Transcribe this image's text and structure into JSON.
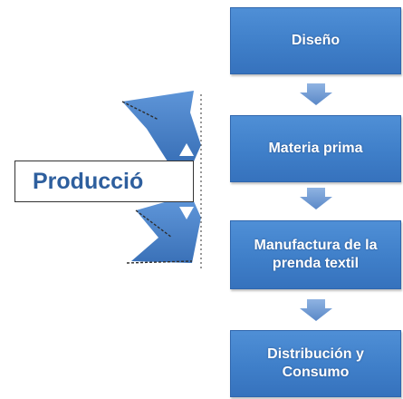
{
  "steps": [
    {
      "label": "Diseño"
    },
    {
      "label": "Materia prima"
    },
    {
      "label": "Manufactura de la prenda textil"
    },
    {
      "label": "Distribución y Consumo"
    }
  ],
  "production_label": "Producció",
  "colors": {
    "box_fill": "#3f7fc9",
    "box_border": "#2f66ad",
    "arrow_fill": "#5b8fd0",
    "text_on_box": "#ffffff",
    "production_text": "#2e5f9e"
  }
}
